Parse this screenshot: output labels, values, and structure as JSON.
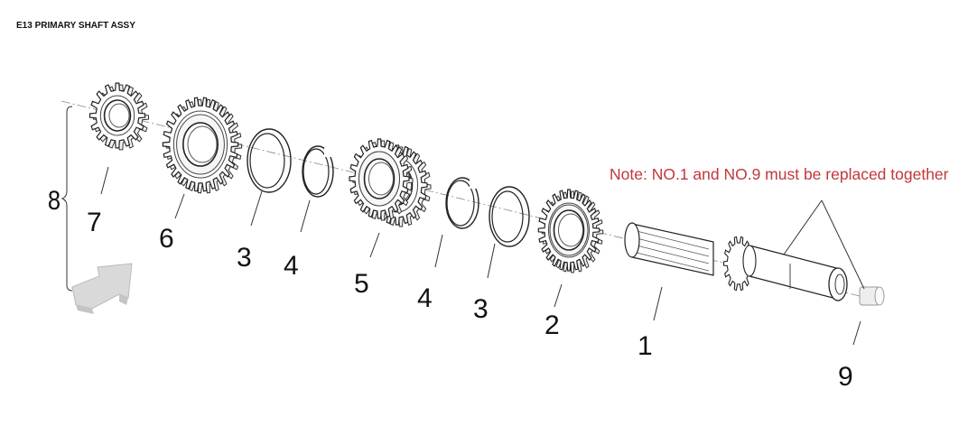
{
  "title": "E13 PRIMARY SHAFT ASSY",
  "note": "Note: NO.1 and NO.9 must be replaced together",
  "note_color": "#c0383a",
  "callouts": {
    "c8": "8",
    "c7": "7",
    "c6": "6",
    "c3a": "3",
    "c4a": "4",
    "c5": "5",
    "c4b": "4",
    "c3b": "3",
    "c2": "2",
    "c1": "1",
    "c9": "9"
  },
  "icons": [
    "direction-arrow-icon"
  ]
}
